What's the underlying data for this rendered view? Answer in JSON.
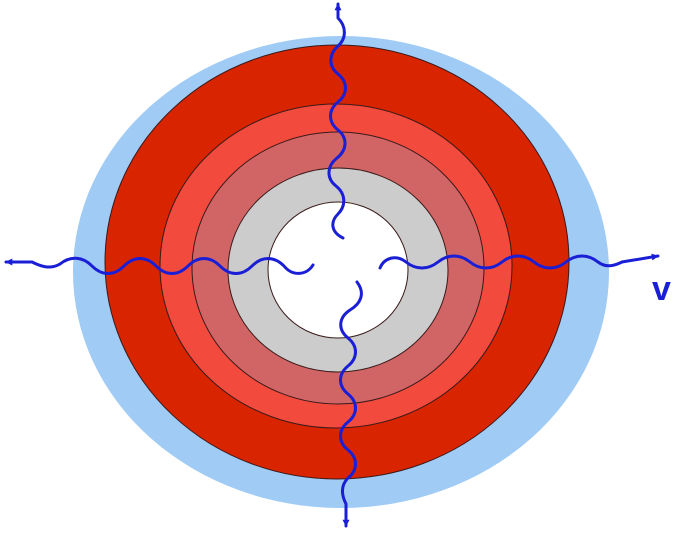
{
  "label": "v",
  "colors": {
    "outer_halo": "#9fcbf5",
    "layer_1": "#d92400",
    "layer_2": "#f24a3d",
    "layer_3": "#d16565",
    "layer_4": "#cccccc",
    "core": "#ffffff",
    "wave": "#1a1fd6",
    "outline": "#3a1a1a"
  },
  "layers": [
    "outer-halo",
    "layer-1",
    "layer-2",
    "layer-3",
    "layer-4",
    "core"
  ],
  "waves": [
    "wave-up",
    "wave-down",
    "wave-left",
    "wave-right"
  ]
}
